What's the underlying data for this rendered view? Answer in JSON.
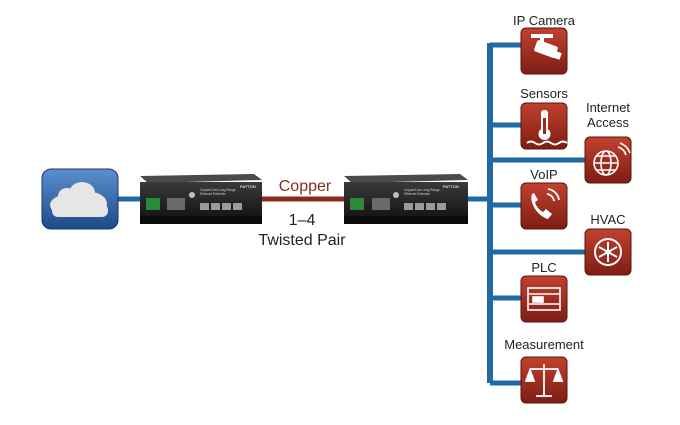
{
  "link": {
    "medium": "Copper",
    "pairs": "1–4",
    "cable": "Twisted Pair"
  },
  "devices": {
    "unit_label_lines": [
      "Copper/Line Long Range",
      "Ethernet Extender"
    ],
    "brand": "PATTON"
  },
  "endpoints": [
    {
      "id": "ip-camera",
      "label": [
        "IP Camera"
      ],
      "icon": "camera-icon"
    },
    {
      "id": "sensors",
      "label": [
        "Sensors"
      ],
      "icon": "thermometer-icon"
    },
    {
      "id": "internet-access",
      "label": [
        "Internet",
        "Access"
      ],
      "icon": "globe-icon"
    },
    {
      "id": "voip",
      "label": [
        "VoIP"
      ],
      "icon": "phone-icon"
    },
    {
      "id": "hvac",
      "label": [
        "HVAC"
      ],
      "icon": "snowflake-sun-icon"
    },
    {
      "id": "plc",
      "label": [
        "PLC"
      ],
      "icon": "plc-module-icon"
    },
    {
      "id": "measurement",
      "label": [
        "Measurement"
      ],
      "icon": "scale-icon"
    }
  ],
  "colors": {
    "network_line": "#1f6aa5",
    "copper_line": "#8a2b1c",
    "copper_text": "#8a2b1c",
    "endpoint_tile": "#9b2a1d",
    "cloud_tile": "#2d5f99",
    "device_body": "#2a2a2a"
  }
}
